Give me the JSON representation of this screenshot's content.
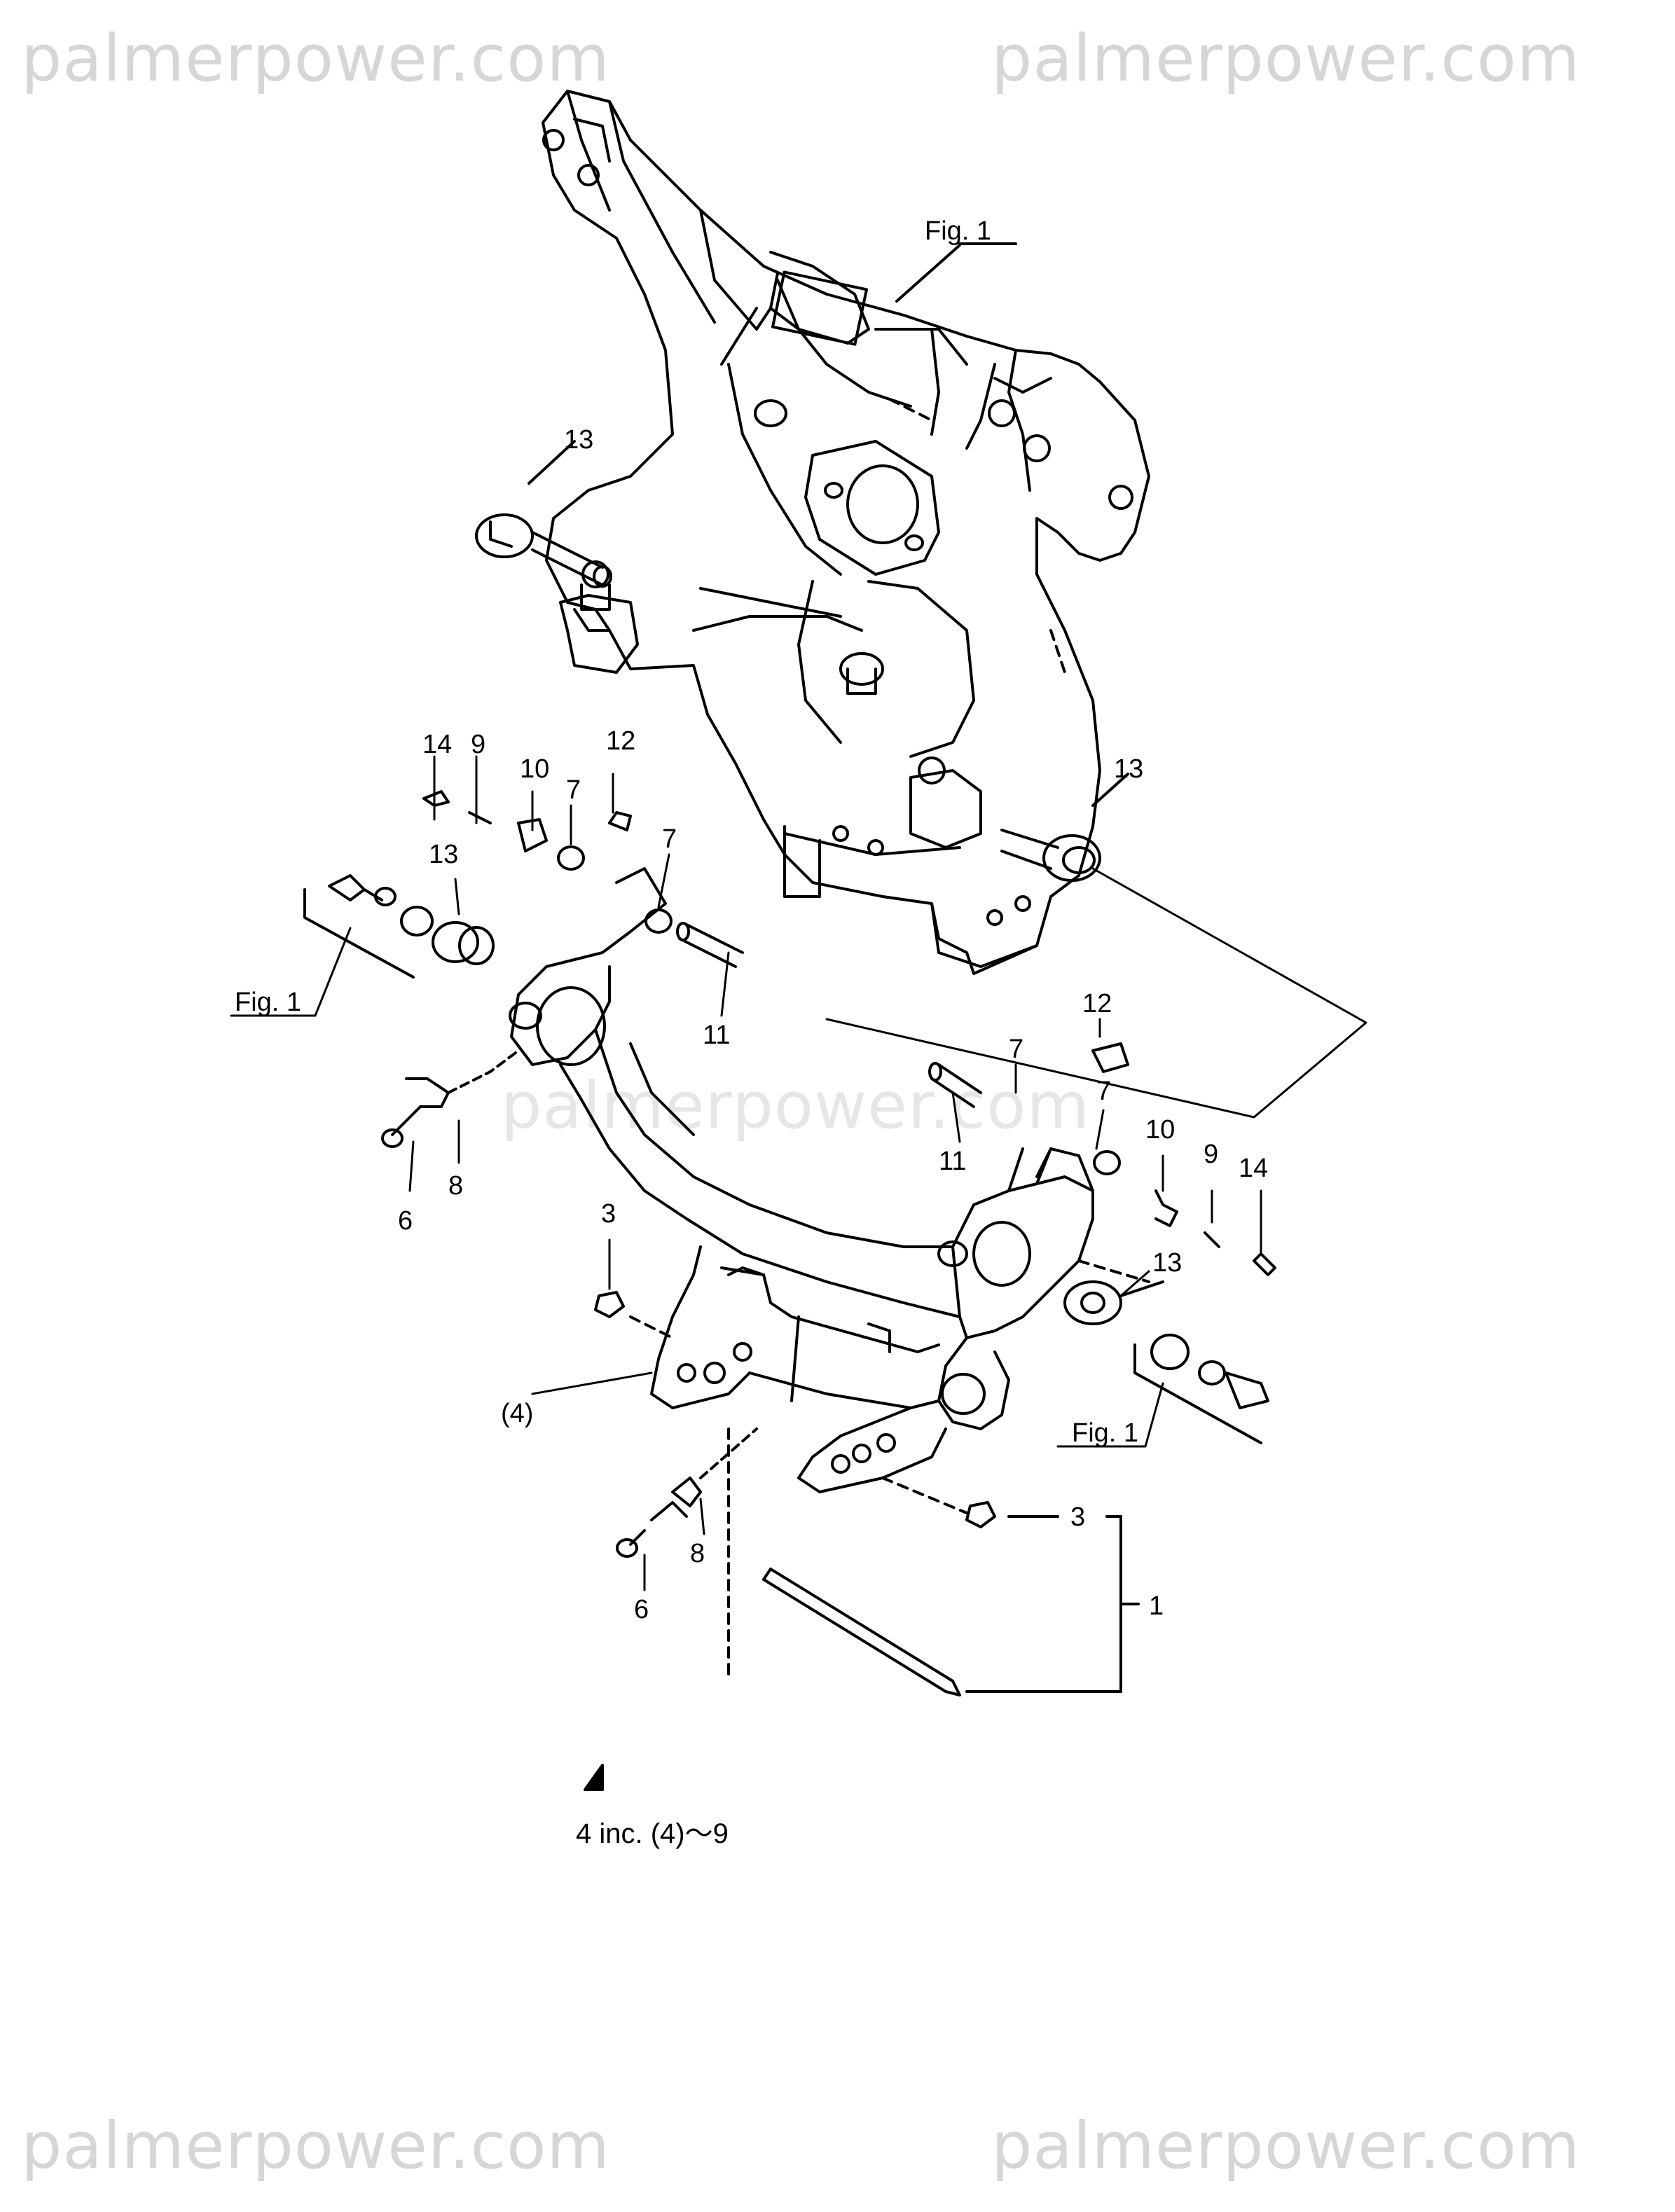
{
  "watermarks": [
    "palmerpower.com",
    "palmerpower.com",
    "palmerpower.com",
    "palmerpower.com",
    "palmerpower.com"
  ],
  "figure_refs": [
    "Fig. 1",
    "Fig. 1",
    "Fig. 1"
  ],
  "callouts": {
    "p13a": "13",
    "p13b": "13",
    "p13c": "13",
    "p13d": "13",
    "p14a": "14",
    "p9a": "9",
    "p10a": "10",
    "p7a": "7",
    "p12a": "12",
    "p7b": "7",
    "p11a": "11",
    "p8a": "8",
    "p6a": "6",
    "p12b": "12",
    "p7c": "7",
    "p7d": "7",
    "p11b": "11",
    "p10b": "10",
    "p9b": "9",
    "p14b": "14",
    "p3a": "3",
    "p4": "(4)",
    "p3b": "3",
    "p1": "1",
    "p8b": "8",
    "p6b": "6"
  },
  "caption": "4 inc. (4)～9",
  "colors": {
    "line": "#000000",
    "watermark": "#d6d6d6",
    "background": "#ffffff"
  }
}
